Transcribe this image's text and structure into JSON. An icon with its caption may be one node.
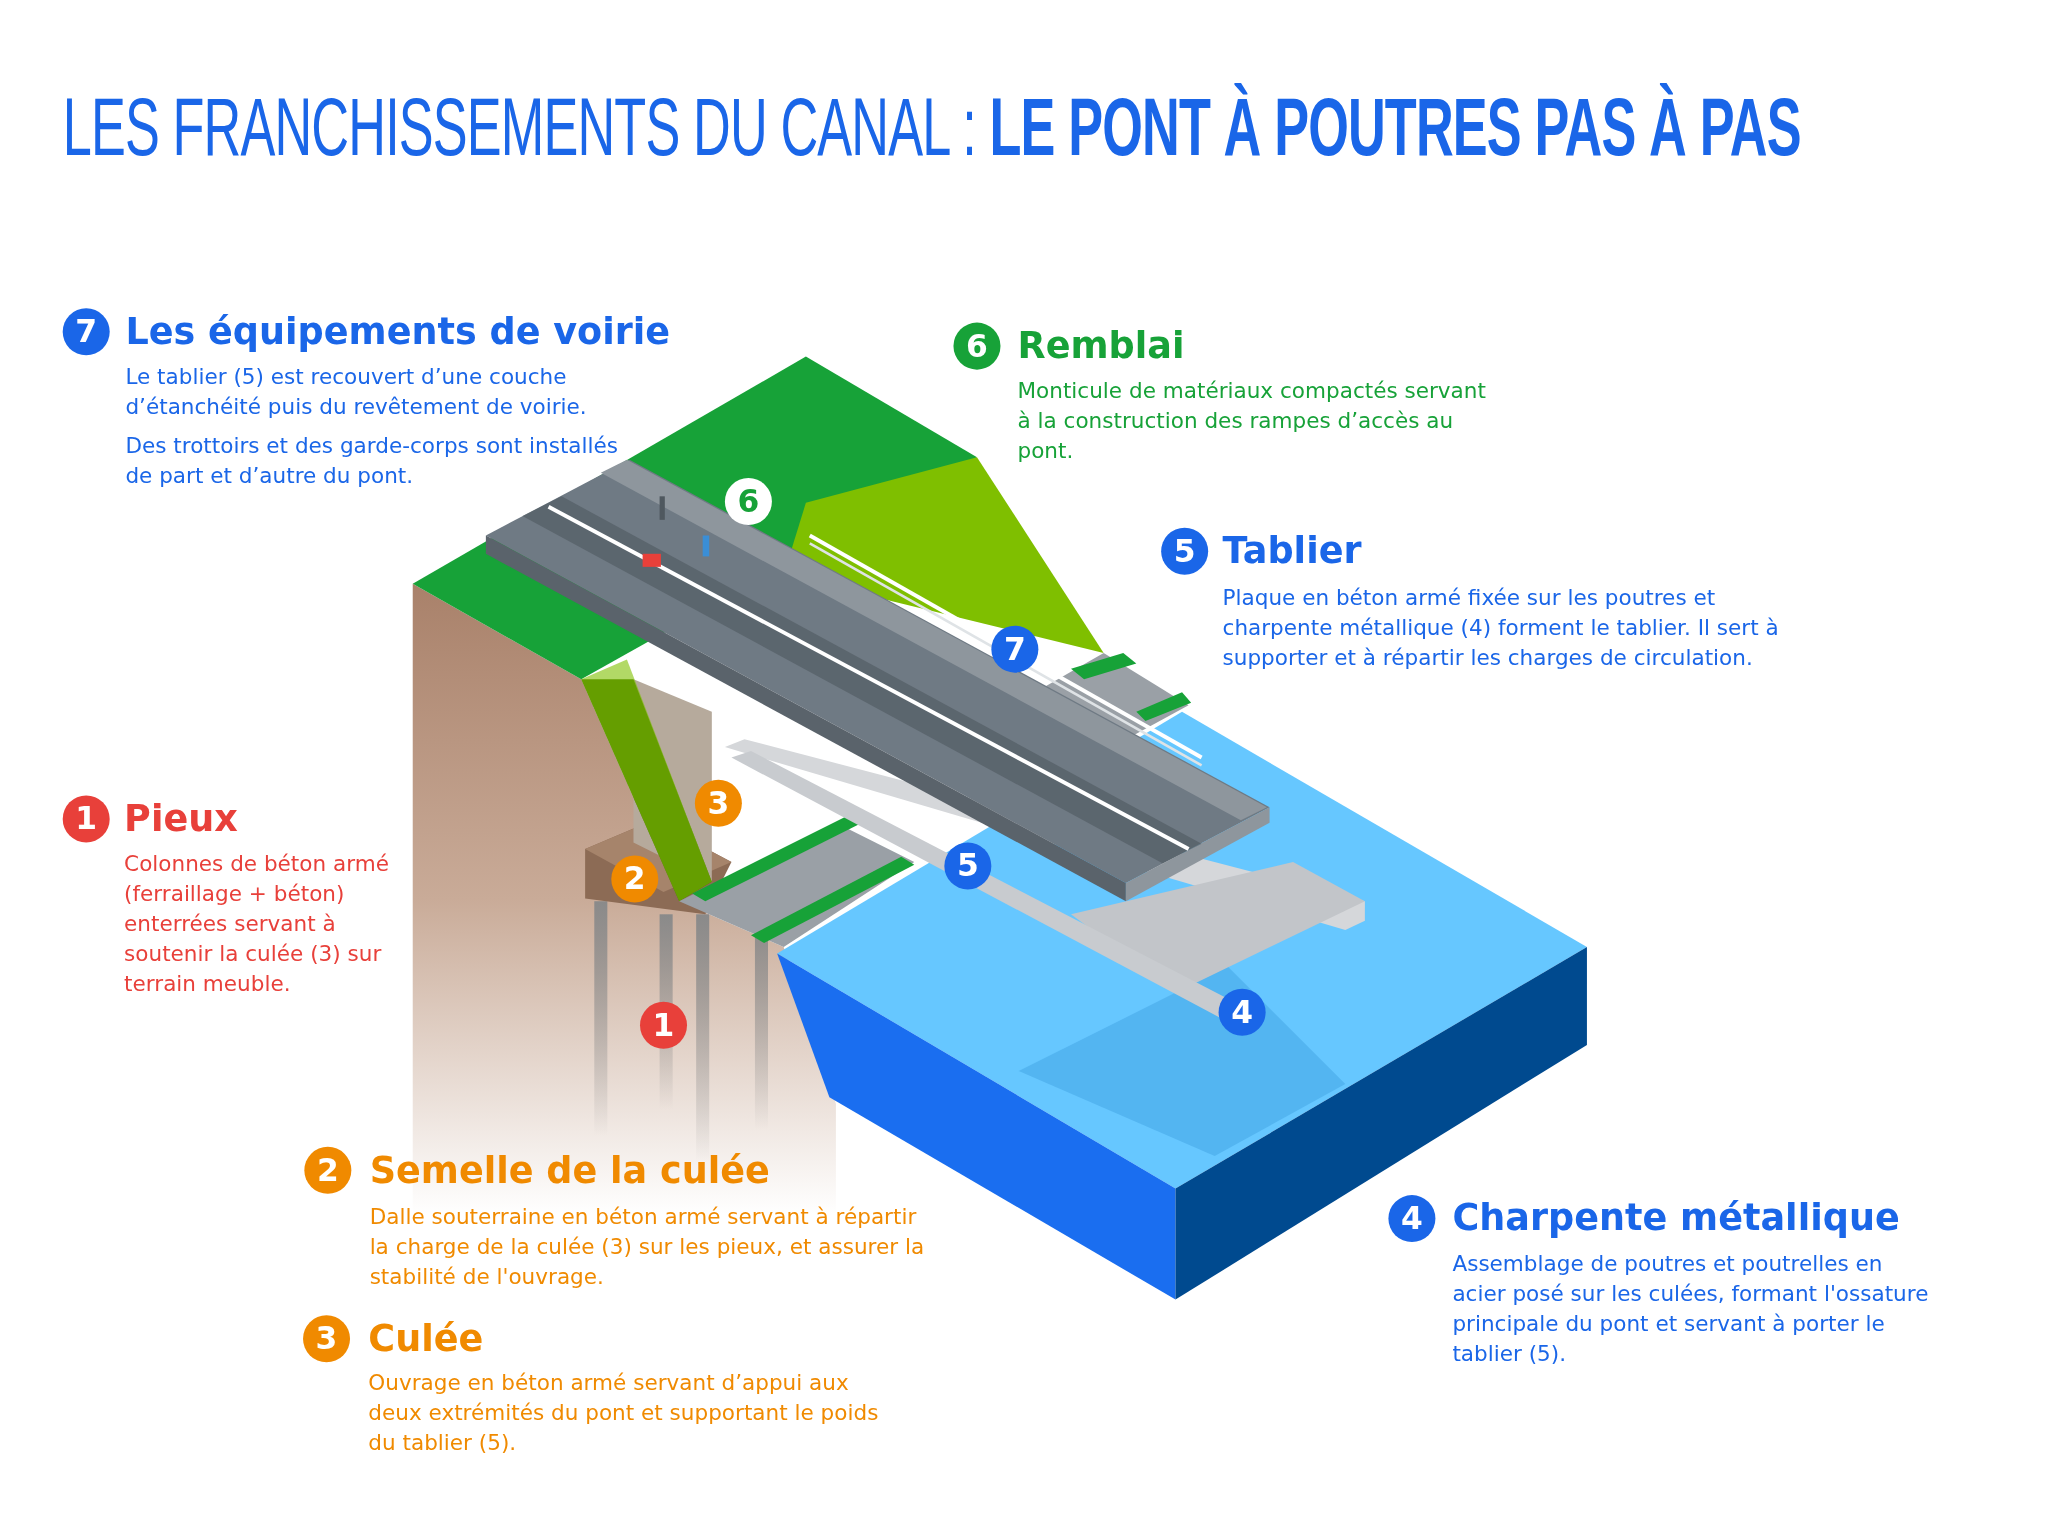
{
  "diagram": {
    "title": "LES FRANCHISSEMENTS DU CANAL : **LE PONT À POUTRES PAS À PAS**",
    "labels": [
      "7",
      "Les équipements de voirie",
      "Le tablier (5) est recouvert d’une couche d’étanchéité puis du revêtement de voirie.",
      "Des trottoirs et des garde-corps sont installés de part et d’autre du pont.",
      "6",
      "Remblai",
      "Monticule de matériaux compactés servant à la construction des rampes d’accès au pont.",
      "6",
      "5",
      "Tablier",
      "Plaque en béton armé fixée sur les poutres et charpente métallique (4) forment le tablier. Il sert à supporter et à répartir les charges de circulation.",
      "7",
      "3",
      "1",
      "Pieux",
      "Colonnes de béton armé (ferraillage + béton) enterrées servant à soutenir la culée (3) sur terrain meuble.",
      "2",
      "5",
      "4",
      "1",
      "2",
      "Semelle de la culée",
      "Dalle souterraine en béton armé servant à répartir la charge de la culée (3) sur les pieux, et assurer la stabilité de l'ouvrage.",
      "4",
      "Charpente métallique",
      "Assemblage de poutres et poutrelles en acier posé sur les culées, formant l'ossature principale du pont et servant à porter le tablier (5).",
      "3",
      "Culée",
      "Ouvrage en béton armé servant d’appui aux deux extrémités du pont et supportant le poids du tablier (5)."
    ]
  }
}
